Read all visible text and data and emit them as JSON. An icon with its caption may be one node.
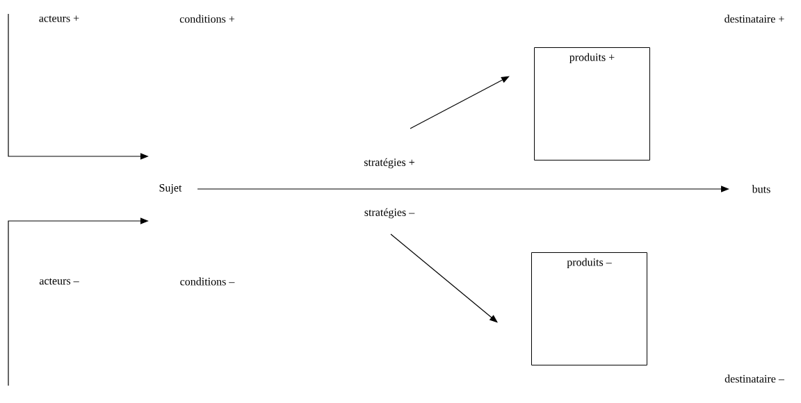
{
  "diagram": {
    "nodes": [
      {
        "text": [
          "acteurs +"
        ]
      },
      {
        "text": [
          "conditions +"
        ]
      },
      {
        "text": [
          "destinataire +"
        ]
      },
      {
        "text": [
          "produits +"
        ]
      },
      {
        "text": [
          "Sujet"
        ]
      },
      {
        "text": [
          "buts"
        ]
      },
      {
        "text": [
          "acteurs –"
        ]
      },
      {
        "text": [
          "conditions –"
        ]
      },
      {
        "text": [
          "produits –"
        ]
      },
      {
        "text": [
          "destinataire –"
        ]
      }
    ],
    "edges": [
      {
        "from": null,
        "to": 4,
        "arrow": "to"
      },
      {
        "from": null,
        "to": 4,
        "arrow": "to"
      },
      {
        "from": 4,
        "to": 5,
        "arrow": "to"
      },
      {
        "from": null,
        "to": 3,
        "arrow": "to"
      },
      {
        "from": null,
        "to": 8,
        "arrow": "to"
      }
    ],
    "labels": [
      "stratégies +",
      "stratégies –"
    ]
  }
}
